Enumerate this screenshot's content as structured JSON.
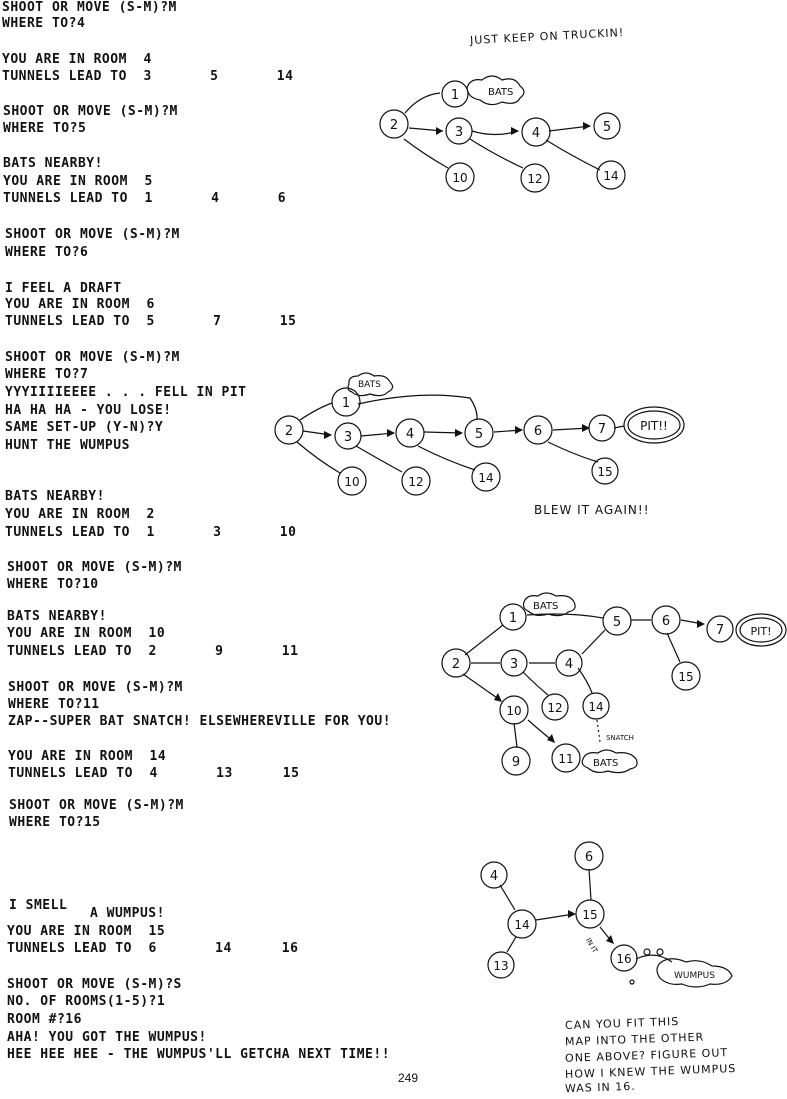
{
  "transcript": [
    "SHOOT OR MOVE (S-M)?M",
    "WHERE TO?4",
    "YOU ARE IN ROOM  4",
    "TUNNELS LEAD TO  3       5       14",
    "SHOOT OR MOVE (S-M)?M",
    "WHERE TO?5",
    "BATS NEARBY!",
    "YOU ARE IN ROOM  5",
    "TUNNELS LEAD TO  1       4       6",
    "SHOOT OR MOVE (S-M)?M",
    "WHERE TO?6",
    "I FEEL A DRAFT",
    "YOU ARE IN ROOM  6",
    "TUNNELS LEAD TO  5       7       15",
    "SHOOT OR MOVE (S-M)?M",
    "WHERE TO?7",
    "YYYIIIIEEEE . . . FELL IN PIT",
    "HA HA HA - YOU LOSE!",
    "SAME SET-UP (Y-N)?Y",
    "HUNT THE WUMPUS",
    "BATS NEARBY!",
    "YOU ARE IN ROOM  2",
    "TUNNELS LEAD TO  1       3       10",
    "SHOOT OR MOVE (S-M)?M",
    "WHERE TO?10",
    "BATS NEARBY!",
    "YOU ARE IN ROOM  10",
    "TUNNELS LEAD TO  2       9       11",
    "SHOOT OR MOVE (S-M)?M",
    "WHERE TO?11",
    "ZAP--SUPER BAT SNATCH! ELSEWHEREVILLE FOR YOU!",
    "YOU ARE IN ROOM  14",
    "TUNNELS LEAD TO  4       13      15",
    "SHOOT OR MOVE (S-M)?M",
    "WHERE TO?15",
    "I SMELL",
    "A WUMPUS!",
    "YOU ARE IN ROOM  15",
    "TUNNELS LEAD TO  6       14      16",
    "SHOOT OR MOVE (S-M)?S",
    "NO. OF ROOMS(1-5)?1",
    "ROOM #?16",
    "AHA! YOU GOT THE WUMPUS!",
    "HEE HEE HEE - THE WUMPUS'LL GETCHA NEXT TIME!!"
  ],
  "notes": {
    "keep_truckin": "JUST KEEP ON TRUCKIN!",
    "blew_it": "BLEW IT AGAIN!!",
    "final_note": [
      "CAN YOU FIT THIS",
      "MAP INTO THE OTHER",
      "ONE ABOVE? FIGURE OUT",
      "HOW I KNEW THE WUMPUS",
      "WAS IN 16."
    ]
  },
  "diagrams": {
    "map1": {
      "rooms": [
        "1",
        "2",
        "3",
        "4",
        "5",
        "10",
        "12",
        "14"
      ],
      "bats_label": "BATS"
    },
    "map2": {
      "rooms": [
        "1",
        "2",
        "3",
        "4",
        "5",
        "6",
        "7",
        "10",
        "12",
        "14",
        "15"
      ],
      "bats_label": "BATS",
      "pit_label": "PIT!!"
    },
    "map3": {
      "rooms": [
        "1",
        "2",
        "3",
        "4",
        "5",
        "6",
        "7",
        "9",
        "10",
        "11",
        "12",
        "14",
        "15"
      ],
      "bats_label": "BATS",
      "bats2_label": "BATS",
      "pit_label": "PIT!",
      "snatch_label": "SNATCH"
    },
    "map4": {
      "rooms": [
        "4",
        "6",
        "13",
        "14",
        "15",
        "16"
      ],
      "in_it_label": "IN IT",
      "wumpus_label": "WUMPUS"
    }
  },
  "page_number": "249"
}
